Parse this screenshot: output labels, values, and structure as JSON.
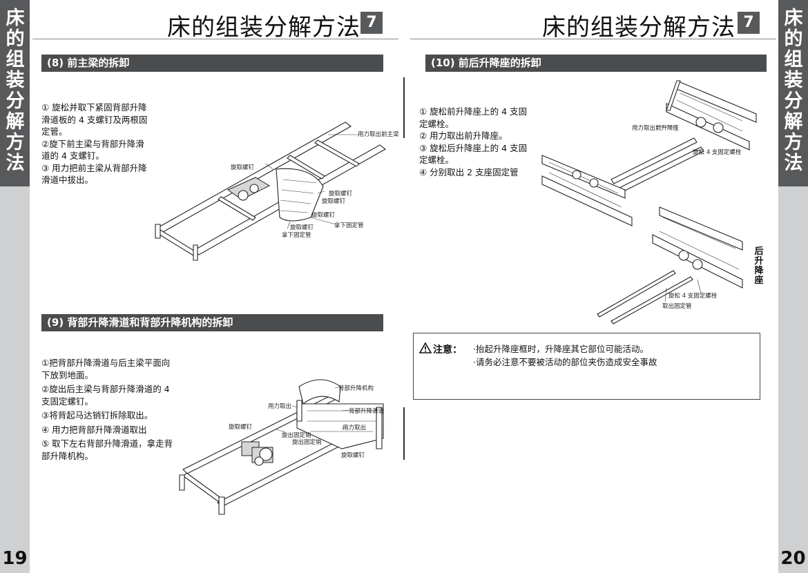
{
  "header": {
    "title": "床的组装分解方法",
    "chapter": "7"
  },
  "side_tab": {
    "title_chars": [
      "床",
      "的",
      "组",
      "装",
      "分",
      "解",
      "方",
      "法"
    ]
  },
  "page_numbers": {
    "left": "19",
    "right": "20"
  },
  "section8": {
    "heading": "(8) 前主梁的拆卸",
    "steps": [
      "① 旋松并取下紧固背部升降",
      "滑道板的 4 支螺钉及两根固",
      "定管。",
      "②旋下前主梁与背部升降滑",
      "道的 4 支螺钉。",
      "③ 用力把前主梁从背部升降",
      "滑道中拔出。"
    ],
    "labels": {
      "pull": "用力取出前主梁",
      "screw1": "旋取螺钉",
      "screw2": "旋取螺钉",
      "screw3": "旋取螺钉",
      "screw4": "旋取螺钉",
      "screw5": "旋取螺钉",
      "tube1": "拿下固定管",
      "tube2": "拿下固定管"
    }
  },
  "section9": {
    "heading": "(9) 背部升降滑道和背部升降机构的拆卸",
    "steps": [
      "①把背部升降滑道与后主梁平面向下放到地面。",
      "②旋出后主梁与背部升降滑道的 4 支固定螺钉。",
      "③将背起马达销钉拆除取出。",
      "④ 用力把背部升降滑道取出",
      "⑤ 取下左右背部升降滑道，拿走背部升降机构。"
    ],
    "labels": {
      "mechanism": "背部升降机构",
      "pull_out1": "用力取出",
      "slide": "背部升降滑道",
      "screw1": "旋取螺钉",
      "pin1": "旋出固定销",
      "pin2": "旋出固定销",
      "pull_out2": "用力取出",
      "screw2": "旋取螺钉"
    }
  },
  "section10": {
    "heading": "(10) 前后升降座的拆卸",
    "steps": [
      "① 旋松前升降座上的 4 支固",
      "定螺栓。",
      "② 用力取出前升降座。",
      "③ 旋松后升降座上的 4 支固",
      "定螺栓。",
      "④ 分别取出 2 支座固定管"
    ],
    "labels": {
      "pull_front": "用力取出前升降座",
      "loosen1": "旋松 4 支固定螺栓",
      "loosen2": "旋松 4 支固定螺栓",
      "take_tube": "取出固定管",
      "rear_seat": "后升降座"
    }
  },
  "warning": {
    "icon": "warning-triangle-icon",
    "label": "注意：",
    "lines": [
      "·抬起升降座框时，升降座其它部位可能活动。",
      "·请务必注意不要被活动的部位夹伤造成安全事故"
    ]
  }
}
